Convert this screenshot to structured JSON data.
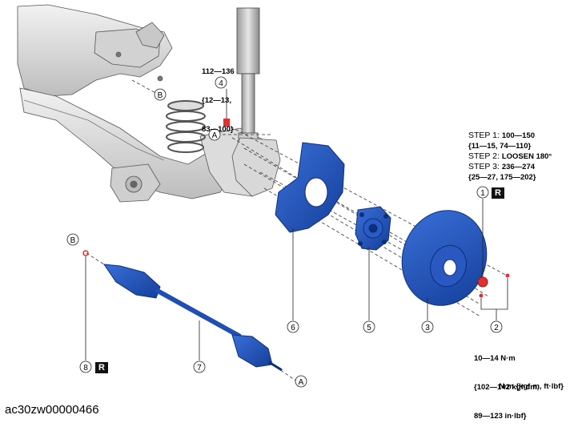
{
  "callouts": {
    "c1": "1",
    "c2": "2",
    "c3": "3",
    "c4": "4",
    "c5": "5",
    "c6": "6",
    "c7": "7",
    "c8": "8",
    "cA": "A",
    "cB": "B"
  },
  "replace_mark": "R",
  "torque_part4": [
    "112—136",
    "{12—13,",
    "83—100}"
  ],
  "steps_part1": [
    {
      "label": "STEP 1: ",
      "value": "100—150"
    },
    {
      "label": "",
      "value": "{11—15, 74—110}"
    },
    {
      "label": "STEP 2: ",
      "value": "LOOSEN 180°"
    },
    {
      "label": "STEP 3: ",
      "value": "236—274"
    },
    {
      "label": "",
      "value": "{25—27, 175—202}"
    }
  ],
  "torque_part2": [
    "10—14 N·m",
    "{102—142 kgf·cm,",
    "89—123 in·lbf}"
  ],
  "unit_note": "N·m {kgf·m, ft·lbf}",
  "figure_id": "ac30zw00000466",
  "colors": {
    "part_blue": "#1f4fb4",
    "part_dark": "#0d2f7a",
    "red_part": "#e23030",
    "line": "#444444",
    "frame_fill": "#e6e6e6"
  }
}
